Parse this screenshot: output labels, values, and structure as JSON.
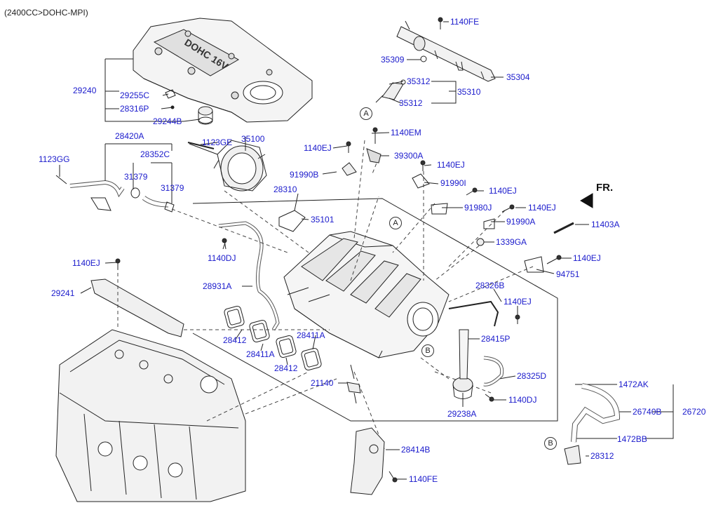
{
  "header": "(2400CC>DOHC-MPI)",
  "direction_label": "FR.",
  "cover_text": "DOHC 16V",
  "ref_markers": [
    "A",
    "A",
    "B",
    "B"
  ],
  "parts": [
    "1140FE",
    "35309",
    "35304",
    "35312",
    "35310",
    "35312",
    "29240",
    "29255C",
    "28316P",
    "29244B",
    "28420A",
    "28352C",
    "1123GG",
    "31379",
    "31379",
    "1123GE",
    "35100",
    "28310",
    "35101",
    "1140EM",
    "1140EJ",
    "39300A",
    "91990B",
    "1140EJ",
    "91990I",
    "1140EJ",
    "91980J",
    "1140EJ",
    "91990A",
    "11403A",
    "1339GA",
    "1140EJ",
    "94751",
    "1140DJ",
    "1140EJ",
    "29241",
    "28931A",
    "28326B",
    "1140EJ",
    "28412",
    "28411A",
    "28411A",
    "28412",
    "28415P",
    "21140",
    "28325D",
    "1140DJ",
    "29238A",
    "1472AK",
    "26740B",
    "26720",
    "1472BB",
    "28312",
    "28414B",
    "1140FE"
  ]
}
